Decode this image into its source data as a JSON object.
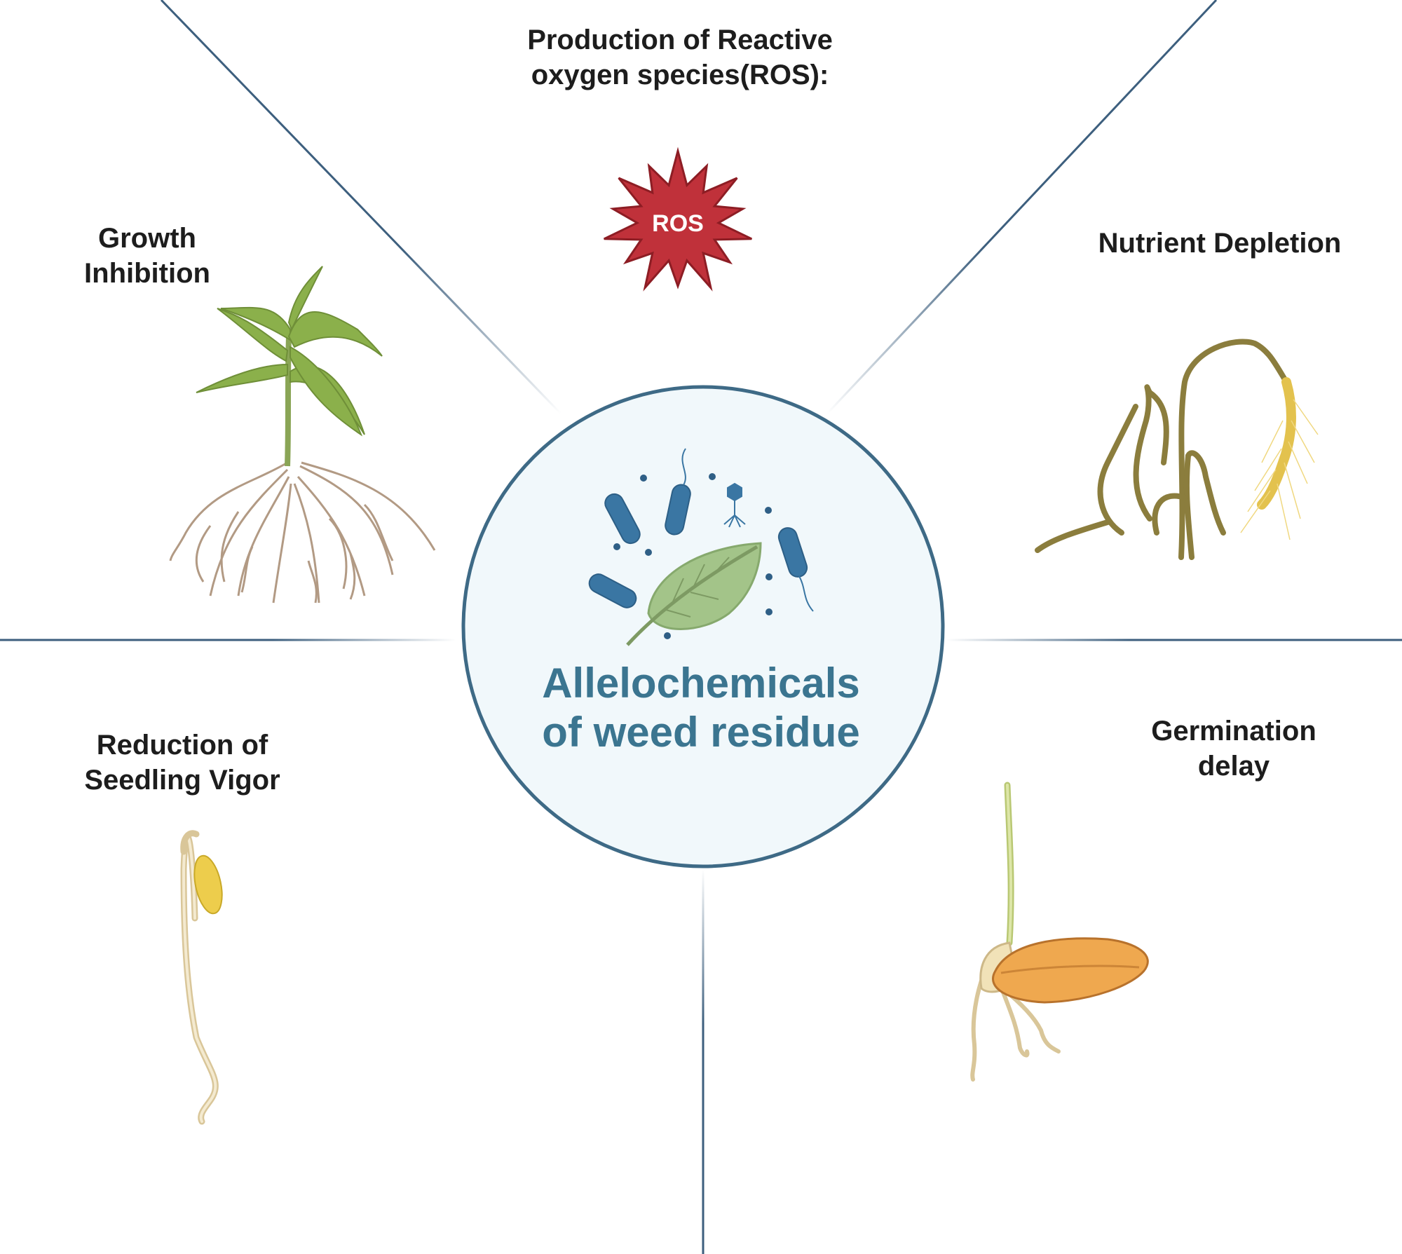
{
  "center": {
    "title": "Allelochemicals\nof weed residue"
  },
  "effects": {
    "ros": {
      "label": "Production of Reactive\noxygen species(ROS):",
      "badge": "ROS"
    },
    "growth": {
      "label": "Growth\nInhibition"
    },
    "nutrient": {
      "label": "Nutrient Depletion"
    },
    "seedling": {
      "label": "Reduction of\nSeedling Vigor"
    },
    "germination": {
      "label": "Germination\ndelay"
    }
  },
  "colors": {
    "divider": "#3d5f7e",
    "circle_border": "#3e6a86",
    "circle_fill": "#f1f8fb",
    "title": "#3b7590",
    "ros_star": "#c0313a",
    "microbe": "#3a76a3",
    "leaf": "#a3c489"
  }
}
